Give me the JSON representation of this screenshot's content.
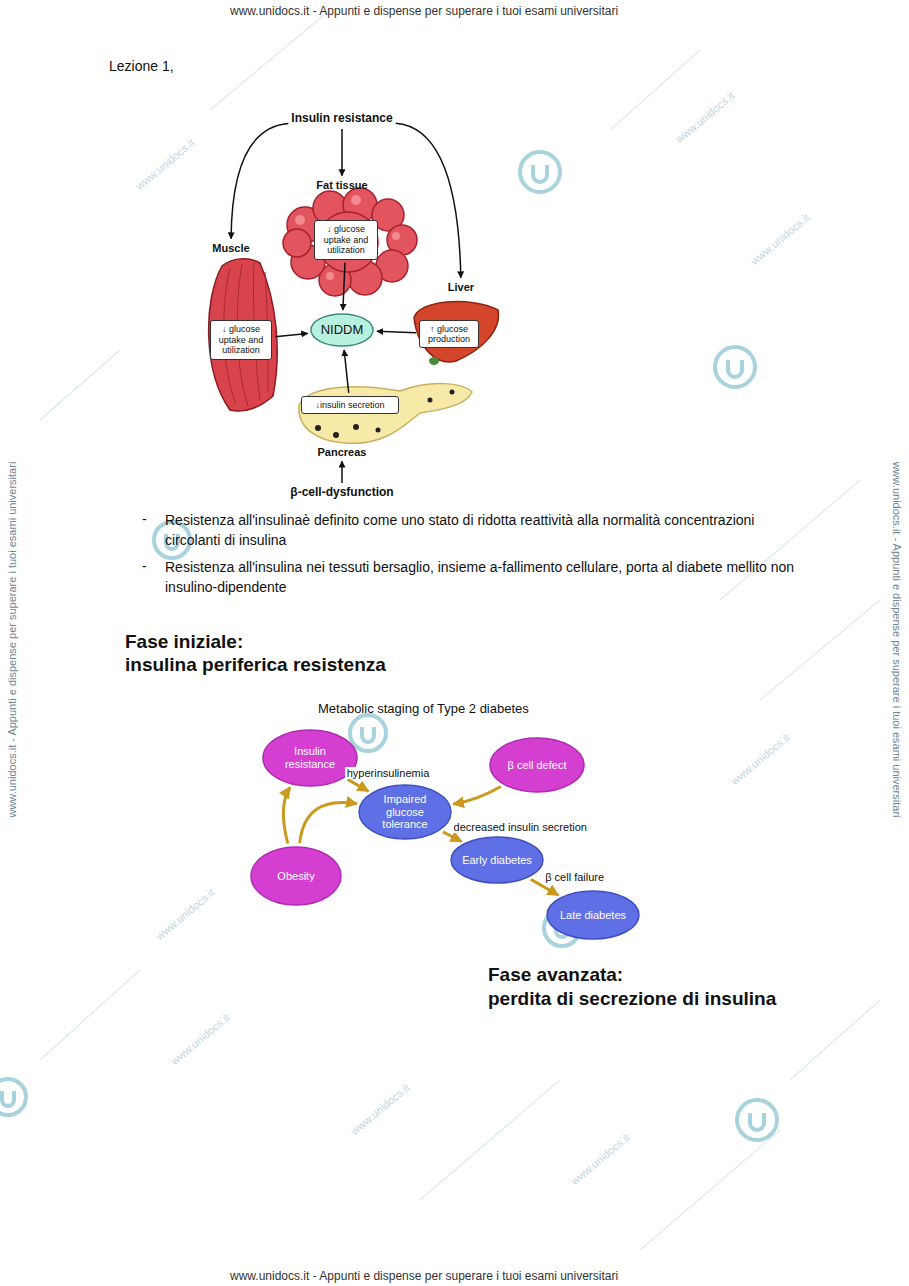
{
  "diagram": {
    "nodes": [
      {
        "text": [
          "Insulin resistance"
        ]
      },
      {
        "text": [
          "Fat tissue"
        ]
      },
      {
        "text": [
          "↓ glucose uptake and utilization"
        ]
      },
      {
        "text": [
          "Muscle"
        ]
      },
      {
        "text": [
          "Liver"
        ]
      },
      {
        "text": [
          "↓ glucose uptake and utilization"
        ]
      },
      {
        "text": [
          "NIDDM"
        ]
      },
      {
        "text": [
          "↑ glucose production"
        ]
      },
      {
        "text": [
          "↓insulin secretion"
        ]
      },
      {
        "text": [
          "Pancreas"
        ]
      },
      {
        "text": [
          "β-cell-dysfunction"
        ]
      },
      {
        "text": [
          "Insulin resistance"
        ]
      },
      {
        "text": [
          "β cell defect"
        ]
      },
      {
        "text": [
          "Impaired glucose tolerance"
        ]
      },
      {
        "text": [
          "Obesity"
        ]
      },
      {
        "text": [
          "Early diabetes"
        ]
      },
      {
        "text": [
          "Late diabetes"
        ]
      }
    ],
    "edges": [
      {
        "from": 0,
        "to": 1,
        "arrow": "to"
      },
      {
        "from": 0,
        "to": 3,
        "arrow": "to"
      },
      {
        "from": 0,
        "to": 4,
        "arrow": "to"
      },
      {
        "from": 2,
        "to": 6,
        "arrow": "to"
      },
      {
        "from": 5,
        "to": 6,
        "arrow": "to"
      },
      {
        "from": 7,
        "to": 6,
        "arrow": "to"
      },
      {
        "from": 8,
        "to": 6,
        "arrow": "to"
      },
      {
        "from": 10,
        "to": 9,
        "arrow": "to"
      },
      {
        "from": 14,
        "to": 11,
        "arrow": "to"
      },
      {
        "from": 14,
        "to": 13,
        "arrow": "to"
      },
      {
        "from": 11,
        "to": 13,
        "label": "hyperinsulinemia",
        "arrow": "to"
      },
      {
        "from": 12,
        "to": 13,
        "arrow": "to"
      },
      {
        "from": 13,
        "to": 15,
        "label": "decreased insulin secretion",
        "arrow": "to"
      },
      {
        "from": 15,
        "to": 16,
        "label": "β cell failure",
        "arrow": "to"
      }
    ],
    "labels": [
      "www.unidocs.it - Appunti e dispense per superare i tuoi esami universitari",
      "www.unidocs.it - Appunti e dispense per superare i tuoi esami universitari",
      "www.unidocs.it - Appunti e dispense per superare i tuoi esami universitari",
      "www.unidocs.it - Appunti e dispense per superare i tuoi esami universitari",
      "Lezione 1,",
      "-",
      "Resistenza all'insulinaè definito come uno stato di ridotta reattività alla normalità concentrazioni circolanti di insulina",
      "-",
      "Resistenza all'insulina nei tessuti bersaglio, insieme a-fallimento cellulare, porta al diabete mellito non insulino-dipendente",
      "Fase iniziale:",
      "insulina periferica resistenza",
      "Metabolic staging of Type 2 diabetes",
      "Fase avanzata:",
      "perdita di secrezione di insulina",
      "www.unidocs.it",
      "www.unidocs.it",
      "www.unidocs.it",
      "www.unidocs.it",
      "www.unidocs.it",
      "www.unidocs.it",
      "www.unidocs.it",
      "www.unidocs.it"
    ]
  }
}
